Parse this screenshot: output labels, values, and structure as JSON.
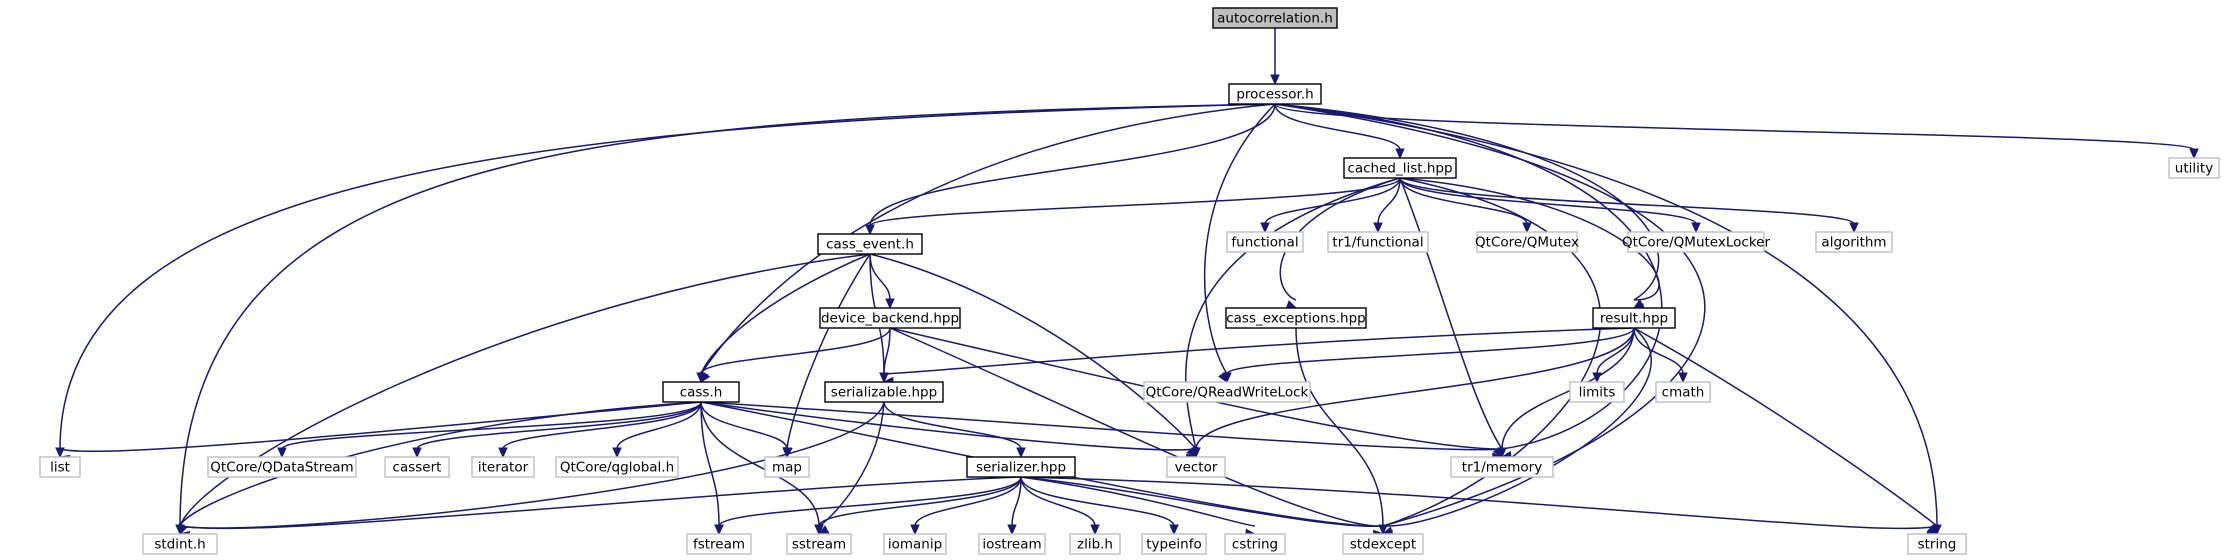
{
  "graph": {
    "nodes": {
      "autocorrelation_h": "autocorrelation.h",
      "processor_h": "processor.h",
      "cached_list_hpp": "cached_list.hpp",
      "utility": "utility",
      "functional": "functional",
      "tr1_functional": "tr1/functional",
      "qtcore_qmutex": "QtCore/QMutex",
      "qtcore_qmutexlocker": "QtCore/QMutexLocker",
      "algorithm": "algorithm",
      "cass_event_h": "cass_event.h",
      "device_backend_hpp": "device_backend.hpp",
      "cass_exceptions_hpp": "cass_exceptions.hpp",
      "result_hpp": "result.hpp",
      "cass_h": "cass.h",
      "serializable_hpp": "serializable.hpp",
      "qtcore_qreadwritelock": "QtCore/QReadWriteLock",
      "limits": "limits",
      "cmath": "cmath",
      "list": "list",
      "qtcore_qdatastream": "QtCore/QDataStream",
      "cassert": "cassert",
      "iterator": "iterator",
      "qtcore_qglobal_h": "QtCore/qglobal.h",
      "map": "map",
      "vector": "vector",
      "tr1_memory": "tr1/memory",
      "serializer_hpp": "serializer.hpp",
      "stdint_h": "stdint.h",
      "fstream": "fstream",
      "sstream": "sstream",
      "iomanip": "iomanip",
      "iostream": "iostream",
      "zlib_h": "zlib.h",
      "typeinfo": "typeinfo",
      "cstring": "cstring",
      "stdexcept": "stdexcept",
      "string": "string"
    }
  }
}
